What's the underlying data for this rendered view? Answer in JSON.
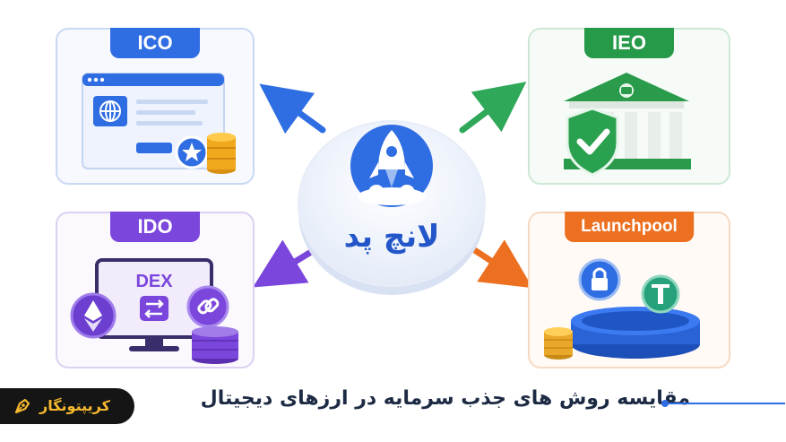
{
  "cards": {
    "ico": {
      "label": "ICO"
    },
    "ieo": {
      "label": "IEO"
    },
    "ido": {
      "label": "IDO",
      "screen_text": "DEX"
    },
    "launchpool": {
      "label": "Launchpool"
    }
  },
  "center": {
    "label": "لانچ پد"
  },
  "caption": {
    "text": "مقایسه روش های جذب سرمایه در ارزهای دیجیتال"
  },
  "brand": {
    "name": "کریپتونگار"
  },
  "colors": {
    "ico": "#2f6de3",
    "ieo": "#279a4a",
    "ido": "#7b46dc",
    "launchpool": "#ec7020",
    "brand_gold": "#f5b82e"
  }
}
